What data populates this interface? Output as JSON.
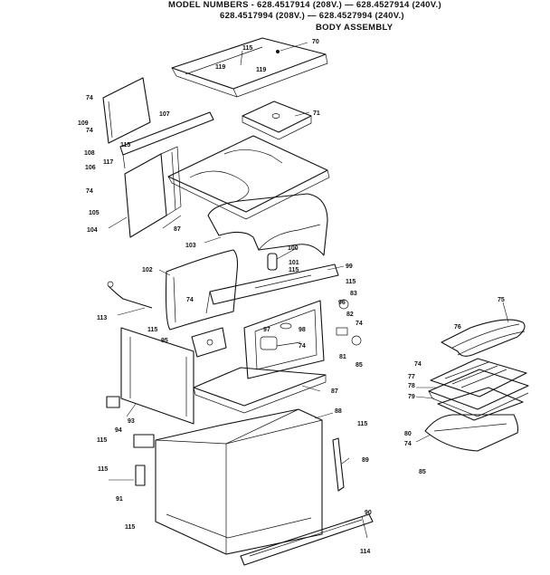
{
  "header": {
    "line1": "MODEL NUMBERS - 628.4517914 (208V.) — 628.4527914 (240V.)",
    "line2": "628.4517994 (208V.) — 628.4527994 (240V.)",
    "line3": "BODY ASSEMBLY"
  },
  "callouts": [
    {
      "id": "c70",
      "label": "70"
    },
    {
      "id": "c115a",
      "label": "115"
    },
    {
      "id": "c119a",
      "label": "119"
    },
    {
      "id": "c119b",
      "label": "119"
    },
    {
      "id": "c71",
      "label": "71"
    },
    {
      "id": "c74a",
      "label": "74"
    },
    {
      "id": "c109",
      "label": "109"
    },
    {
      "id": "c74b",
      "label": "74"
    },
    {
      "id": "c107",
      "label": "107"
    },
    {
      "id": "c108",
      "label": "108"
    },
    {
      "id": "c115b",
      "label": "115"
    },
    {
      "id": "c106",
      "label": "106"
    },
    {
      "id": "c117",
      "label": "117"
    },
    {
      "id": "c74c",
      "label": "74"
    },
    {
      "id": "c105",
      "label": "105"
    },
    {
      "id": "c104",
      "label": "104"
    },
    {
      "id": "c87a",
      "label": "87"
    },
    {
      "id": "c103",
      "label": "103"
    },
    {
      "id": "c100",
      "label": "100"
    },
    {
      "id": "c101",
      "label": "101"
    },
    {
      "id": "c115c",
      "label": "115"
    },
    {
      "id": "c99",
      "label": "99"
    },
    {
      "id": "c115d",
      "label": "115"
    },
    {
      "id": "c102",
      "label": "102"
    },
    {
      "id": "c83",
      "label": "83"
    },
    {
      "id": "c74d",
      "label": "74"
    },
    {
      "id": "c96",
      "label": "96"
    },
    {
      "id": "c113",
      "label": "113"
    },
    {
      "id": "c82",
      "label": "82"
    },
    {
      "id": "c74e",
      "label": "74"
    },
    {
      "id": "c115e",
      "label": "115"
    },
    {
      "id": "c97",
      "label": "97"
    },
    {
      "id": "c98",
      "label": "98"
    },
    {
      "id": "c95",
      "label": "95"
    },
    {
      "id": "c74f",
      "label": "74"
    },
    {
      "id": "c81",
      "label": "81"
    },
    {
      "id": "c85",
      "label": "85"
    },
    {
      "id": "c87b",
      "label": "87"
    },
    {
      "id": "c93",
      "label": "93"
    },
    {
      "id": "c88",
      "label": "88"
    },
    {
      "id": "c115f",
      "label": "115"
    },
    {
      "id": "c94",
      "label": "94"
    },
    {
      "id": "c115g",
      "label": "115"
    },
    {
      "id": "c89",
      "label": "89"
    },
    {
      "id": "c115h",
      "label": "115"
    },
    {
      "id": "c91",
      "label": "91"
    },
    {
      "id": "c115i",
      "label": "115"
    },
    {
      "id": "c90",
      "label": "90"
    },
    {
      "id": "c114",
      "label": "114"
    },
    {
      "id": "c75",
      "label": "75"
    },
    {
      "id": "c76",
      "label": "76"
    },
    {
      "id": "c74g",
      "label": "74"
    },
    {
      "id": "c77",
      "label": "77"
    },
    {
      "id": "c78",
      "label": "78"
    },
    {
      "id": "c79",
      "label": "79"
    },
    {
      "id": "c80",
      "label": "80"
    },
    {
      "id": "c74h",
      "label": "74"
    },
    {
      "id": "c85b",
      "label": "85"
    }
  ]
}
